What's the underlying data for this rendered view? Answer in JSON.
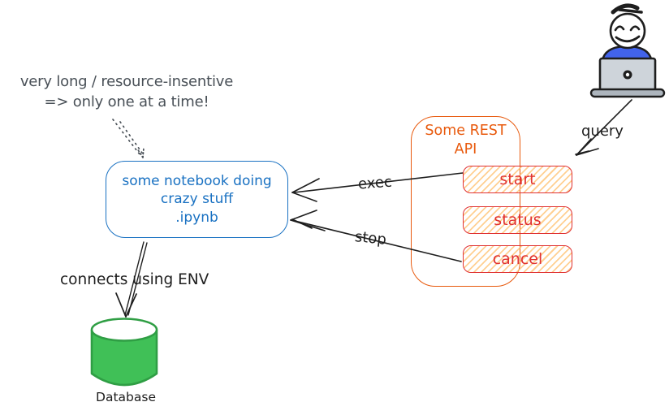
{
  "colors": {
    "blue": "#1971c2",
    "orange": "#e8590c",
    "red": "#e03131",
    "hatch_yellow": "#ffc078",
    "green": "#40c057",
    "green_dark": "#2f9e44",
    "gray_text": "#495057",
    "black": "#1e1e1e",
    "shirt_blue": "#4263eb",
    "laptop_gray": "#ced4da"
  },
  "note": {
    "line1": "very long / resource-insentive",
    "line2": "=> only one at a time!"
  },
  "notebook": {
    "line1": "some notebook doing",
    "line2": "crazy stuff",
    "line3": ".ipynb"
  },
  "api": {
    "title_line1": "Some REST",
    "title_line2": "API",
    "buttons": [
      {
        "label": "start"
      },
      {
        "label": "status"
      },
      {
        "label": "cancel"
      }
    ]
  },
  "edges": {
    "exec_label": "exec",
    "stop_label": "stop",
    "query_label": "query",
    "env_label": "connects using ENV"
  },
  "database": {
    "label": "Database"
  },
  "icons": {
    "person": "person-at-laptop-icon",
    "database": "database-cylinder-icon"
  }
}
